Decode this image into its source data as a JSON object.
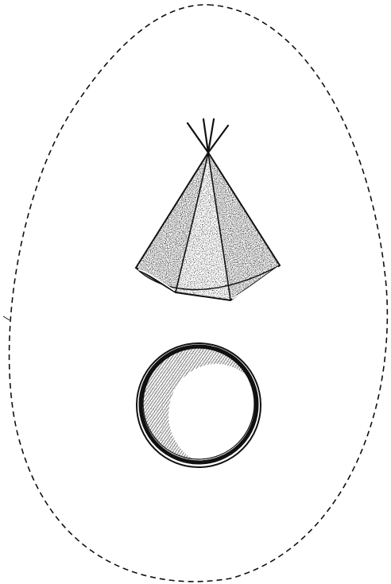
{
  "figure": {
    "kind": "engraved line illustration",
    "elements": [
      "dashed-egg-outline",
      "tent-cone",
      "circular-opening"
    ],
    "colors": {
      "paper": "#ffffff",
      "ink": "#111111"
    }
  }
}
